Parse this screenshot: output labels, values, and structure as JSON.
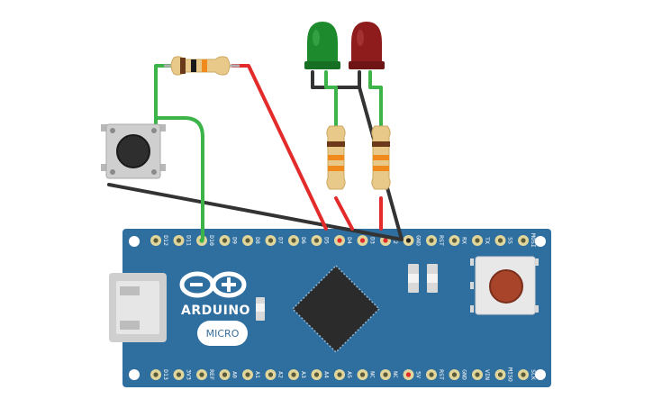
{
  "board": {
    "brand": "ARDUINO",
    "model": "MICRO",
    "top_pins": [
      "D12",
      "D11",
      "D10",
      "D9",
      "D8",
      "D7",
      "D6",
      "D5",
      "D4",
      "D3",
      "D2",
      "GND",
      "RST",
      "RX",
      "TX",
      "SS",
      "MOSI"
    ],
    "bottom_pins": [
      "D13",
      "3V3",
      "REF",
      "A0",
      "A1",
      "A2",
      "A3",
      "A4",
      "A5",
      "NC",
      "NC",
      "5V",
      "RST",
      "GND",
      "VIN",
      "MISO",
      "SCK"
    ],
    "colors": {
      "board": "#2f6fa0",
      "chip": "#2b2b2b",
      "pin": "#e0d59a"
    }
  },
  "components": {
    "pushbutton": {
      "icon": "pushbutton-icon"
    },
    "led_green": {
      "color": "#1e8a2e",
      "icon": "led-icon"
    },
    "led_red": {
      "color": "#8e1c1c",
      "icon": "led-icon"
    },
    "resistors": [
      {
        "id": "button-resistor",
        "bands": [
          "#6b3a1a",
          "#1a1a1a",
          "#f08a1c"
        ]
      },
      {
        "id": "green-led-resistor",
        "bands": [
          "#6b3a1a",
          "#f08a1c",
          "#f08a1c"
        ]
      },
      {
        "id": "red-led-resistor",
        "bands": [
          "#6b3a1a",
          "#f08a1c",
          "#f08a1c"
        ]
      }
    ]
  },
  "wires": {
    "green": "#3cb44a",
    "red": "#e32b2b",
    "black": "#333333"
  }
}
